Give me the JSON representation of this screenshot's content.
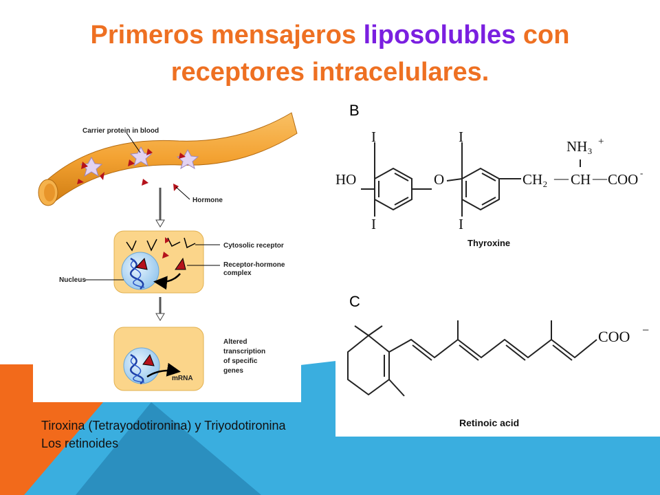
{
  "title": {
    "part1": "Primeros mensajeros ",
    "highlight": "liposolubles",
    "part2": " con",
    "line2": "receptores intracelulares."
  },
  "colors": {
    "title_orange": "#ee7022",
    "title_purple": "#7a1fe0",
    "decor_blue": "#3aaedf",
    "decor_orange": "#f26a1b",
    "vessel": "#f3a232",
    "cell": "#fbd58a",
    "nucleus": "#b8dcf6",
    "hormone": "#b5121b"
  },
  "diagram_a": {
    "carrier_label": "Carrier protein in blood",
    "hormone_label": "Hormone",
    "cytosolic_label": "Cytosolic receptor",
    "complex_label_1": "Receptor-hormone",
    "complex_label_2": "complex",
    "nucleus_label": "Nucleus",
    "altered_1": "Altered",
    "altered_2": "transcription",
    "altered_3": "of specific",
    "altered_4": "genes",
    "mrna_label": "mRNA"
  },
  "panel_b": {
    "letter": "B",
    "name": "Thyroxine",
    "atom_i": "I",
    "atom_ho": "HO",
    "atom_o": "O",
    "group_ch2": "CH₂",
    "group_ch": "CH",
    "group_coo": "COO",
    "group_nh3": "NH₃",
    "charge_plus": "+",
    "charge_minus": "-",
    "dash": "—"
  },
  "panel_c": {
    "letter": "C",
    "name": "Retinoic acid",
    "group_coo": "COO",
    "charge": "−"
  },
  "caption": {
    "line1": "Tiroxina (Tetrayodotironina) y Triyodotironina",
    "line2": "Los retinoides"
  }
}
